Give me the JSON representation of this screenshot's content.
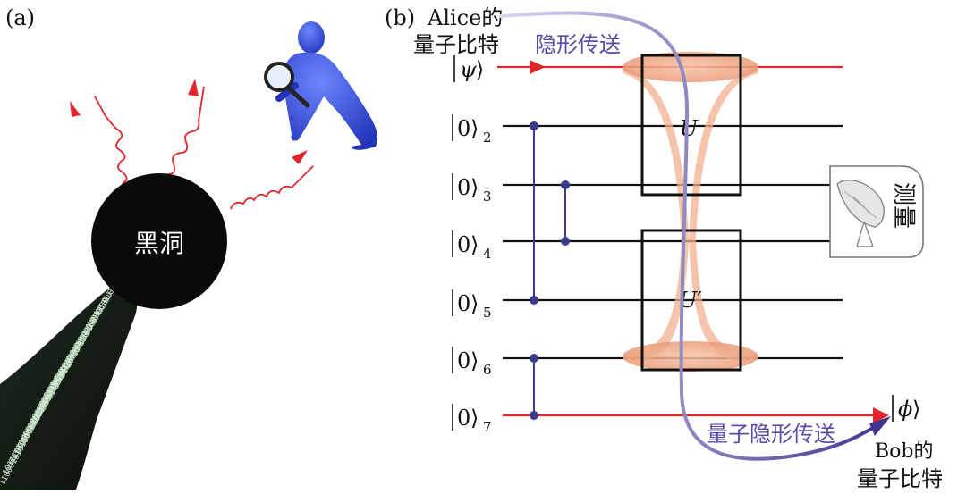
{
  "panel_a": {
    "label": "(a)",
    "black_hole_label": "黑洞"
  },
  "panel_b": {
    "label": "(b)",
    "alice_line1": "Alice的",
    "alice_line2": "量子比特",
    "teleport_top": "隐形传送",
    "teleport_bottom": "量子隐形传送",
    "bob_line1": "Bob的",
    "bob_line2": "量子比特",
    "gate_u": "U",
    "gate_u_prime": "U′",
    "measure": "测量",
    "psi_symbol": "ψ",
    "phi_symbol": "ϕ",
    "ket_zero": "0",
    "qubit_subscripts": [
      "2",
      "3",
      "4",
      "5",
      "6",
      "7"
    ]
  },
  "colors": {
    "red_wire": "#e3262b",
    "black_wire": "#111111",
    "entangle": "#3b3b8c",
    "wormhole": "#f2b08f",
    "teleport_arrow": "#4b3f96",
    "teleport_text": "#5b4aa8",
    "person": "#3b4fd8"
  }
}
